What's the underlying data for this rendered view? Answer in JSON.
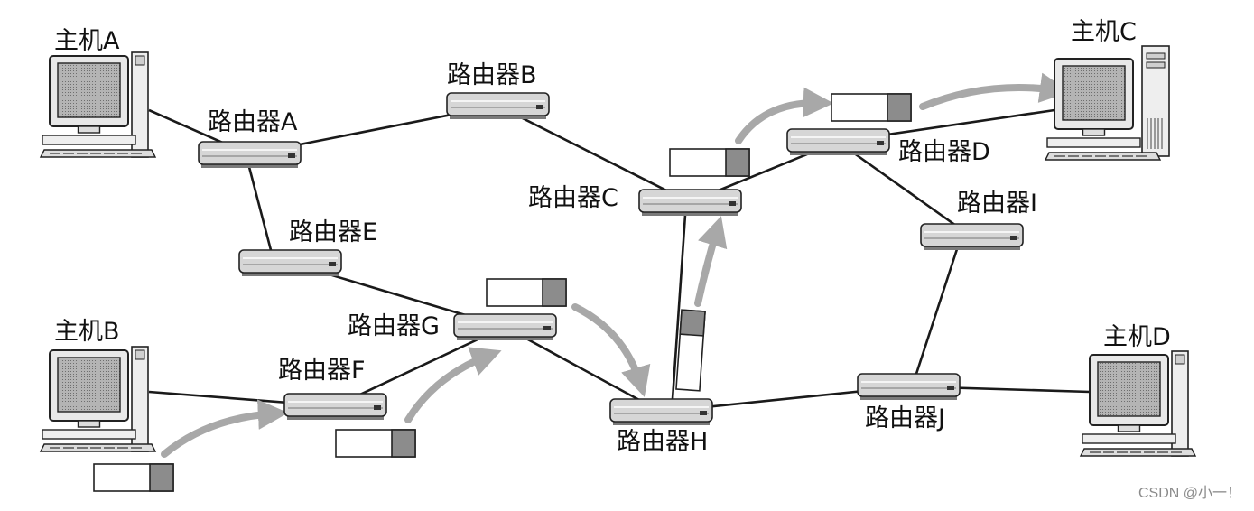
{
  "hosts": [
    {
      "id": "hostA",
      "label": "主机A"
    },
    {
      "id": "hostB",
      "label": "主机B"
    },
    {
      "id": "hostC",
      "label": "主机C"
    },
    {
      "id": "hostD",
      "label": "主机D"
    }
  ],
  "routers": [
    {
      "id": "rA",
      "label": "路由器A"
    },
    {
      "id": "rB",
      "label": "路由器B"
    },
    {
      "id": "rC",
      "label": "路由器C"
    },
    {
      "id": "rD",
      "label": "路由器D"
    },
    {
      "id": "rE",
      "label": "路由器E"
    },
    {
      "id": "rF",
      "label": "路由器F"
    },
    {
      "id": "rG",
      "label": "路由器G"
    },
    {
      "id": "rH",
      "label": "路由器H"
    },
    {
      "id": "rI",
      "label": "路由器I"
    },
    {
      "id": "rJ",
      "label": "路由器J"
    }
  ],
  "links": [
    [
      "hostA",
      "rA"
    ],
    [
      "rA",
      "rB"
    ],
    [
      "rA",
      "rE"
    ],
    [
      "rB",
      "rC"
    ],
    [
      "rE",
      "rG"
    ],
    [
      "hostB",
      "rF"
    ],
    [
      "rF",
      "rG"
    ],
    [
      "rG",
      "rH"
    ],
    [
      "rH",
      "rC"
    ],
    [
      "rC",
      "rD"
    ],
    [
      "rD",
      "hostC"
    ],
    [
      "rD",
      "rI"
    ],
    [
      "rI",
      "rJ"
    ],
    [
      "rH",
      "rJ"
    ],
    [
      "rJ",
      "hostD"
    ]
  ],
  "packet_path": [
    "hostB",
    "rF",
    "rG",
    "rH",
    "rC",
    "rD",
    "hostC"
  ],
  "colors": {
    "line": "#1a1a1a",
    "arrow": "#a8a8a8",
    "router_body": "#d6d6d6",
    "screen": "#9a9a9a",
    "packet_header": "#8c8c8c"
  },
  "watermark": "CSDN @小一！"
}
